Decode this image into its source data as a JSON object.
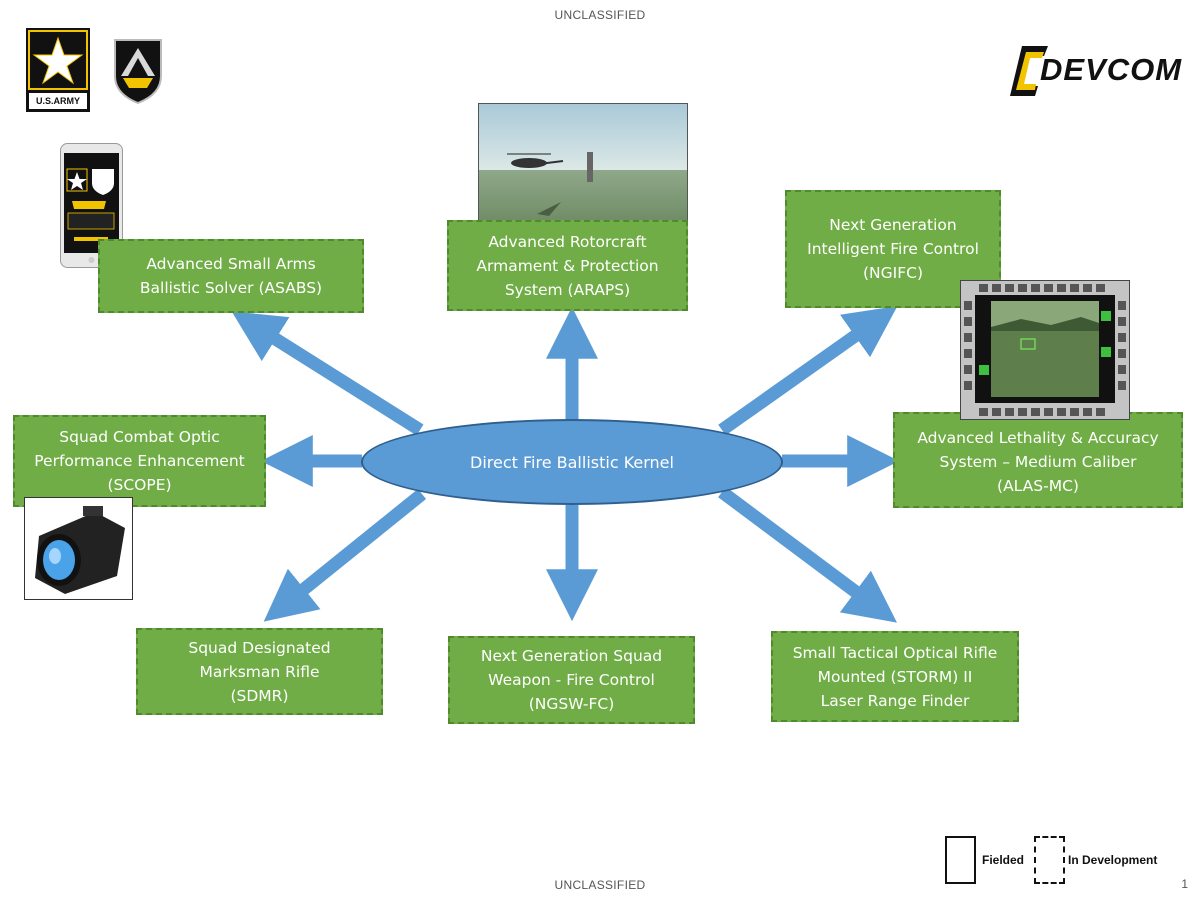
{
  "classification": {
    "top": "UNCLASSIFIED",
    "bottom": "UNCLASSIFIED"
  },
  "page_number": "1",
  "logos": {
    "army": "U.S.ARMY",
    "devcom": "DEVCOM"
  },
  "kernel": {
    "label": "Direct Fire Ballistic Kernel"
  },
  "systems": {
    "asabs": [
      "Advanced Small Arms",
      "Ballistic Solver (ASABS)"
    ],
    "araps": [
      "Advanced Rotorcraft",
      "Armament & Protection",
      "System (ARAPS)"
    ],
    "ngifc": [
      "Next Generation",
      "Intelligent Fire Control",
      "(NGIFC)"
    ],
    "scope": [
      "Squad Combat Optic",
      "Performance Enhancement",
      "(SCOPE)"
    ],
    "alasmc": [
      "Advanced Lethality & Accuracy",
      "System – Medium Caliber",
      "(ALAS-MC)"
    ],
    "sdmr": [
      "Squad Designated",
      "Marksman Rifle",
      "(SDMR)"
    ],
    "ngswfc": [
      "Next Generation Squad",
      "Weapon - Fire Control",
      "(NGSW-FC)"
    ],
    "storm": [
      "Small Tactical Optical Rifle",
      "Mounted (STORM) II",
      "Laser Range Finder"
    ]
  },
  "legend": {
    "fielded": "Fielded",
    "in_development": "In Development"
  },
  "colors": {
    "box_fill": "#70ad47",
    "arrow": "#5b9bd5",
    "kernel": "#5b9bd5",
    "army_gold": "#f2c400"
  }
}
